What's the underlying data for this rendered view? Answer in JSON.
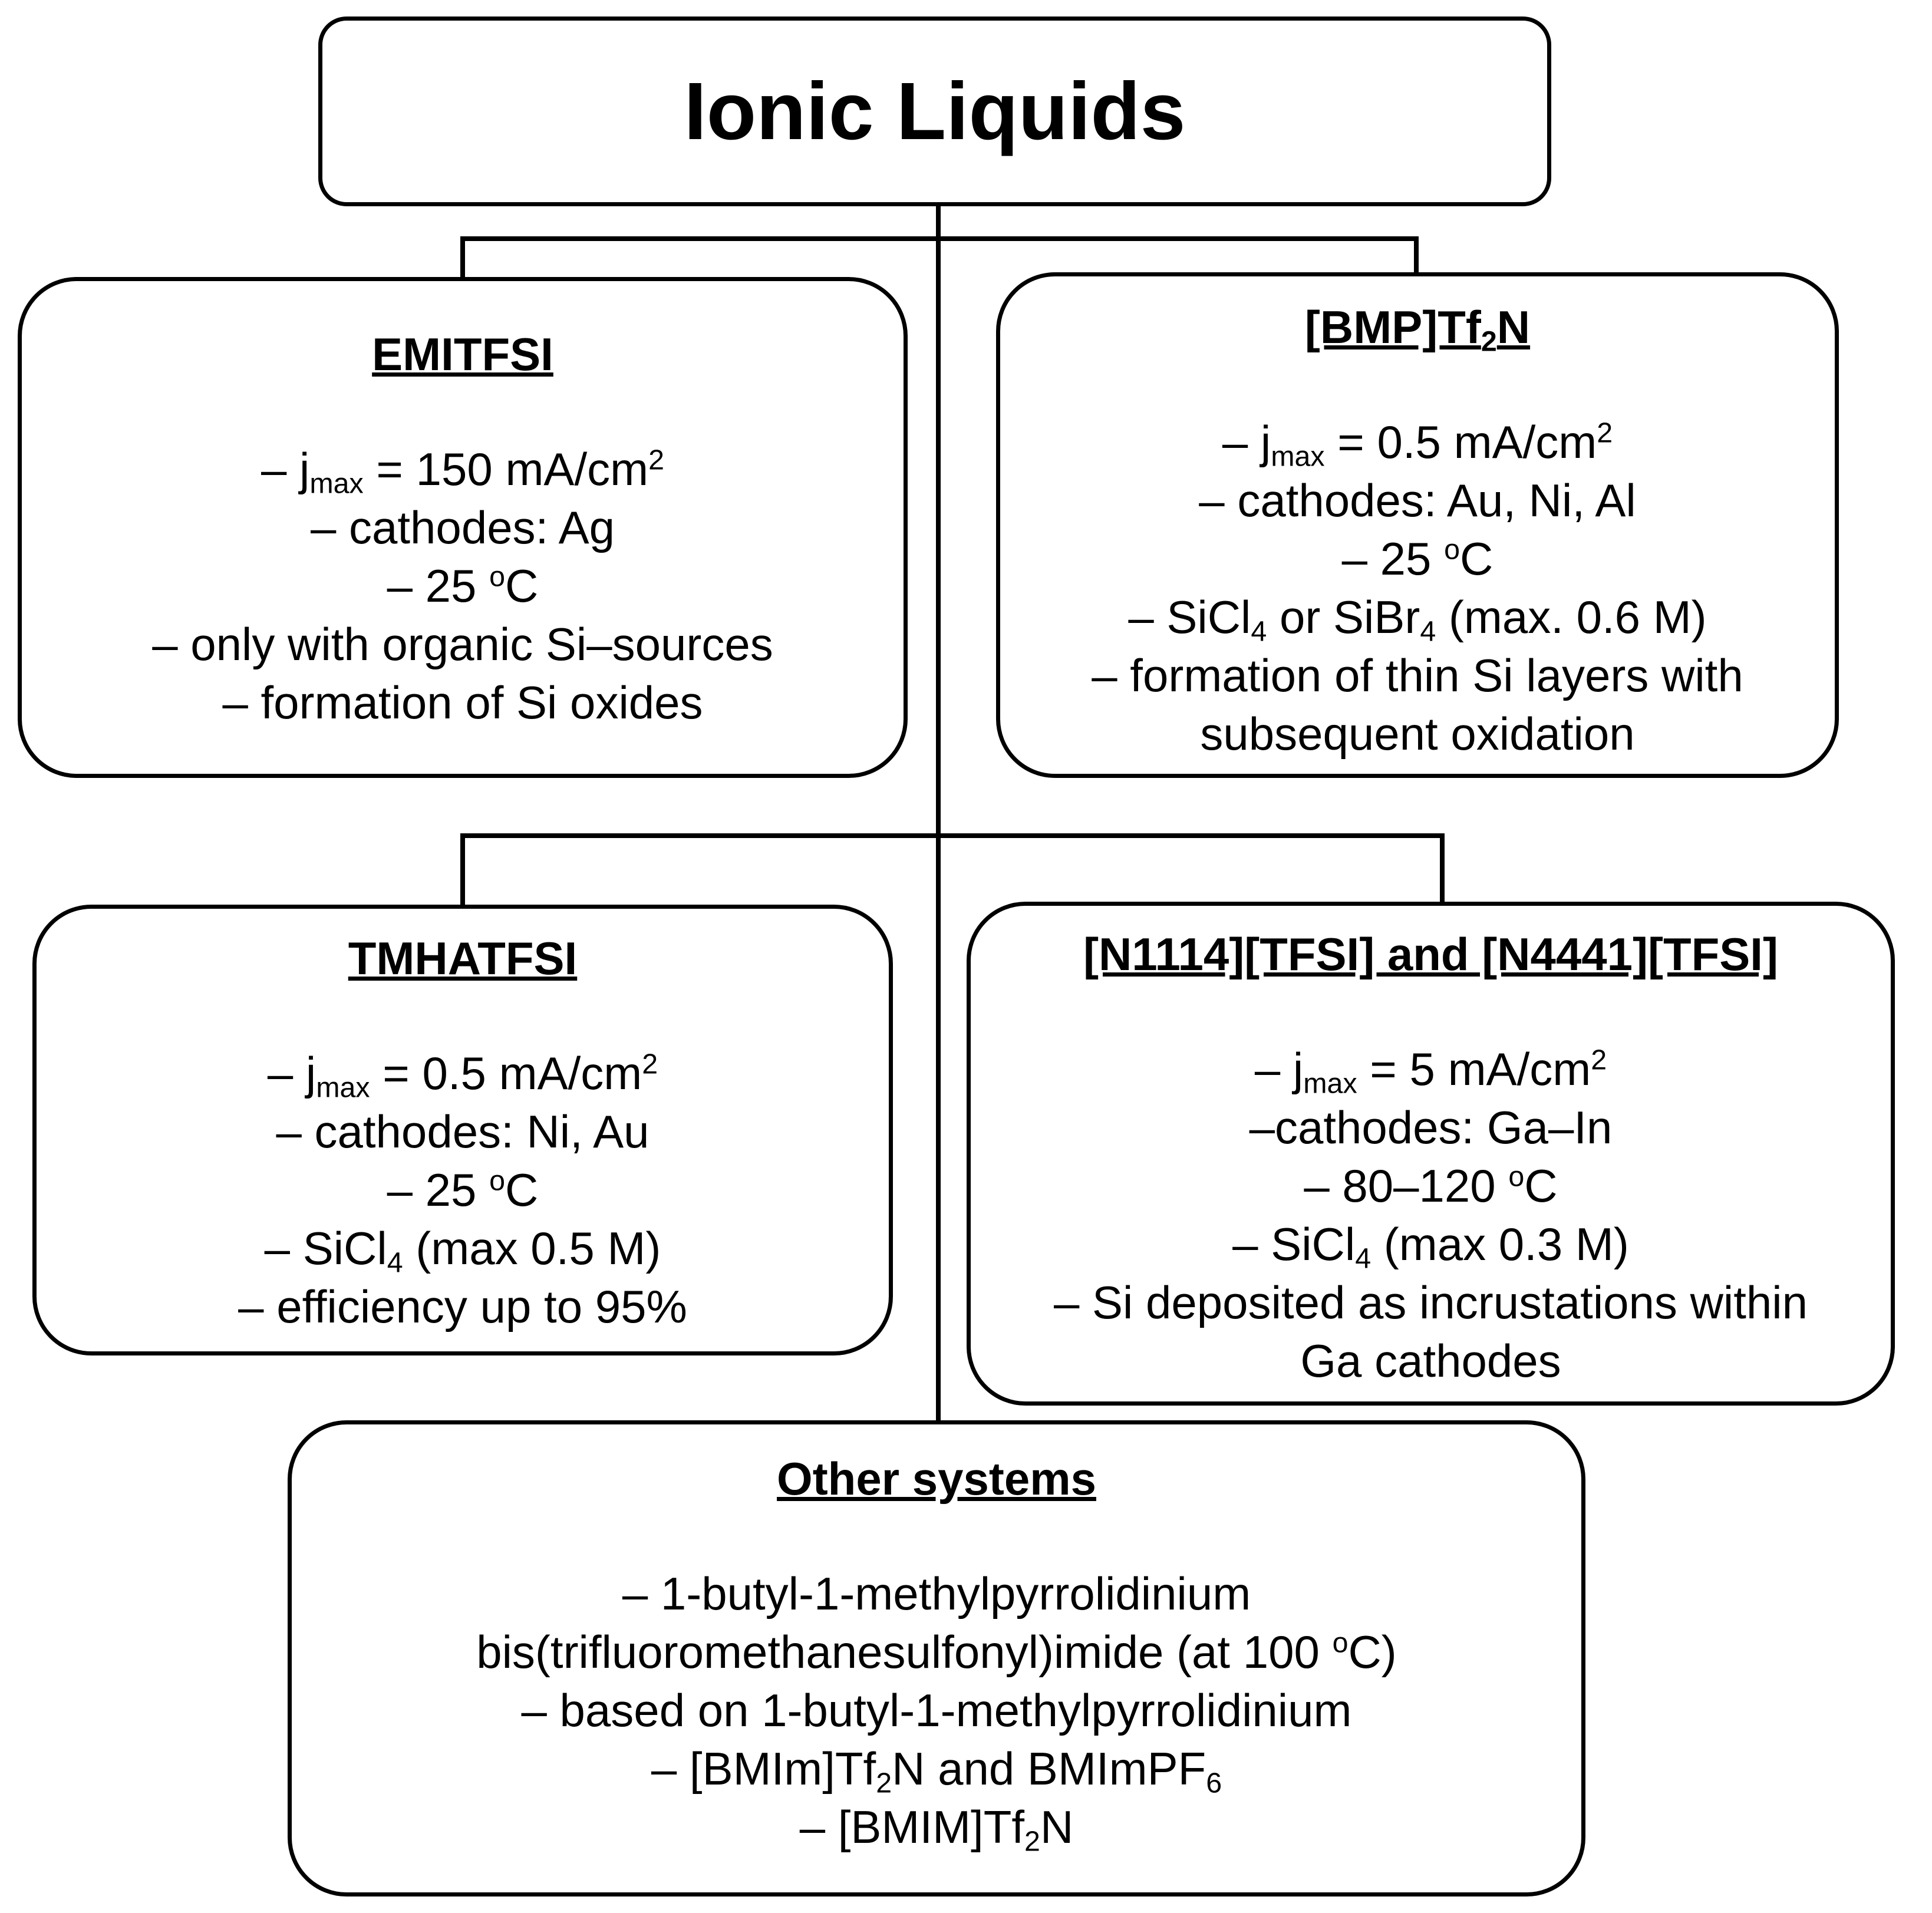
{
  "title": "Ionic Liquids",
  "boxes": {
    "emitfsi": {
      "heading": "EMITFSI",
      "lines": [
        {
          "a": "– j",
          "sub": "max",
          "b": " = 150 mA/cm",
          "sup": "2"
        },
        {
          "a": "– cathodes: Ag"
        },
        {
          "a": "– 25 ",
          "sup": "o",
          "b": "C"
        },
        {
          "a": "– only with organic Si–sources"
        },
        {
          "a": "– formation of Si oxides"
        }
      ]
    },
    "bmp": {
      "heading_a": "[BMP]Tf",
      "heading_sub": "2",
      "heading_b": "N",
      "lines": [
        {
          "a": "–  j",
          "sub": "max",
          "b": " = 0.5 mA/cm",
          "sup": "2"
        },
        {
          "a": "– cathodes: Au, Ni, Al"
        },
        {
          "a": "– 25 ",
          "sup": "o",
          "b": "C"
        },
        {
          "a": "– SiCl",
          "sub": "4",
          "b": " or SiBr",
          "sub2": "4",
          "c": " (max. 0.6 M)"
        },
        {
          "a": "– formation of thin Si layers with"
        },
        {
          "a": "subsequent oxidation"
        }
      ]
    },
    "tmhatfsi": {
      "heading": "TMHATFSI",
      "lines": [
        {
          "a": "–  j",
          "sub": "max",
          "b": " = 0.5 mA/cm",
          "sup": "2"
        },
        {
          "a": "– cathodes: Ni, Au"
        },
        {
          "a": "– 25 ",
          "sup": "o",
          "b": "C"
        },
        {
          "a": "– SiCl",
          "sub": "4",
          "b": " (max 0.5 M)"
        },
        {
          "a": "– efficiency up to 95%"
        }
      ]
    },
    "n1114": {
      "heading": "[N1114][TFSI] and [N4441][TFSI]",
      "lines": [
        {
          "a": "– j",
          "sub": "max",
          "b": " = 5 mA/cm",
          "sup": "2"
        },
        {
          "a": "–cathodes: Ga–In"
        },
        {
          "a": "– 80–120 ",
          "sup": "o",
          "b": "C"
        },
        {
          "a": "– SiCl",
          "sub": "4",
          "b": " (max 0.3 M)"
        },
        {
          "a": "– Si deposited as incrustations within"
        },
        {
          "a": "Ga cathodes"
        }
      ]
    },
    "other": {
      "heading": "Other systems",
      "lines": [
        {
          "a": "– 1-butyl-1-methylpyrrolidinium"
        },
        {
          "a": "bis(trifluoromethanesulfonyl)imide (at 100 ",
          "sup": "o",
          "b": "C)"
        },
        {
          "a": "–  based on 1-butyl-1-methylpyrrolidinium"
        },
        {
          "a": "– [BMIm]Tf",
          "sub": "2",
          "b": "N and BMImPF",
          "sub2": "6"
        },
        {
          "a": "– [BMIM]Tf",
          "sub": "2",
          "b": "N"
        }
      ]
    }
  }
}
